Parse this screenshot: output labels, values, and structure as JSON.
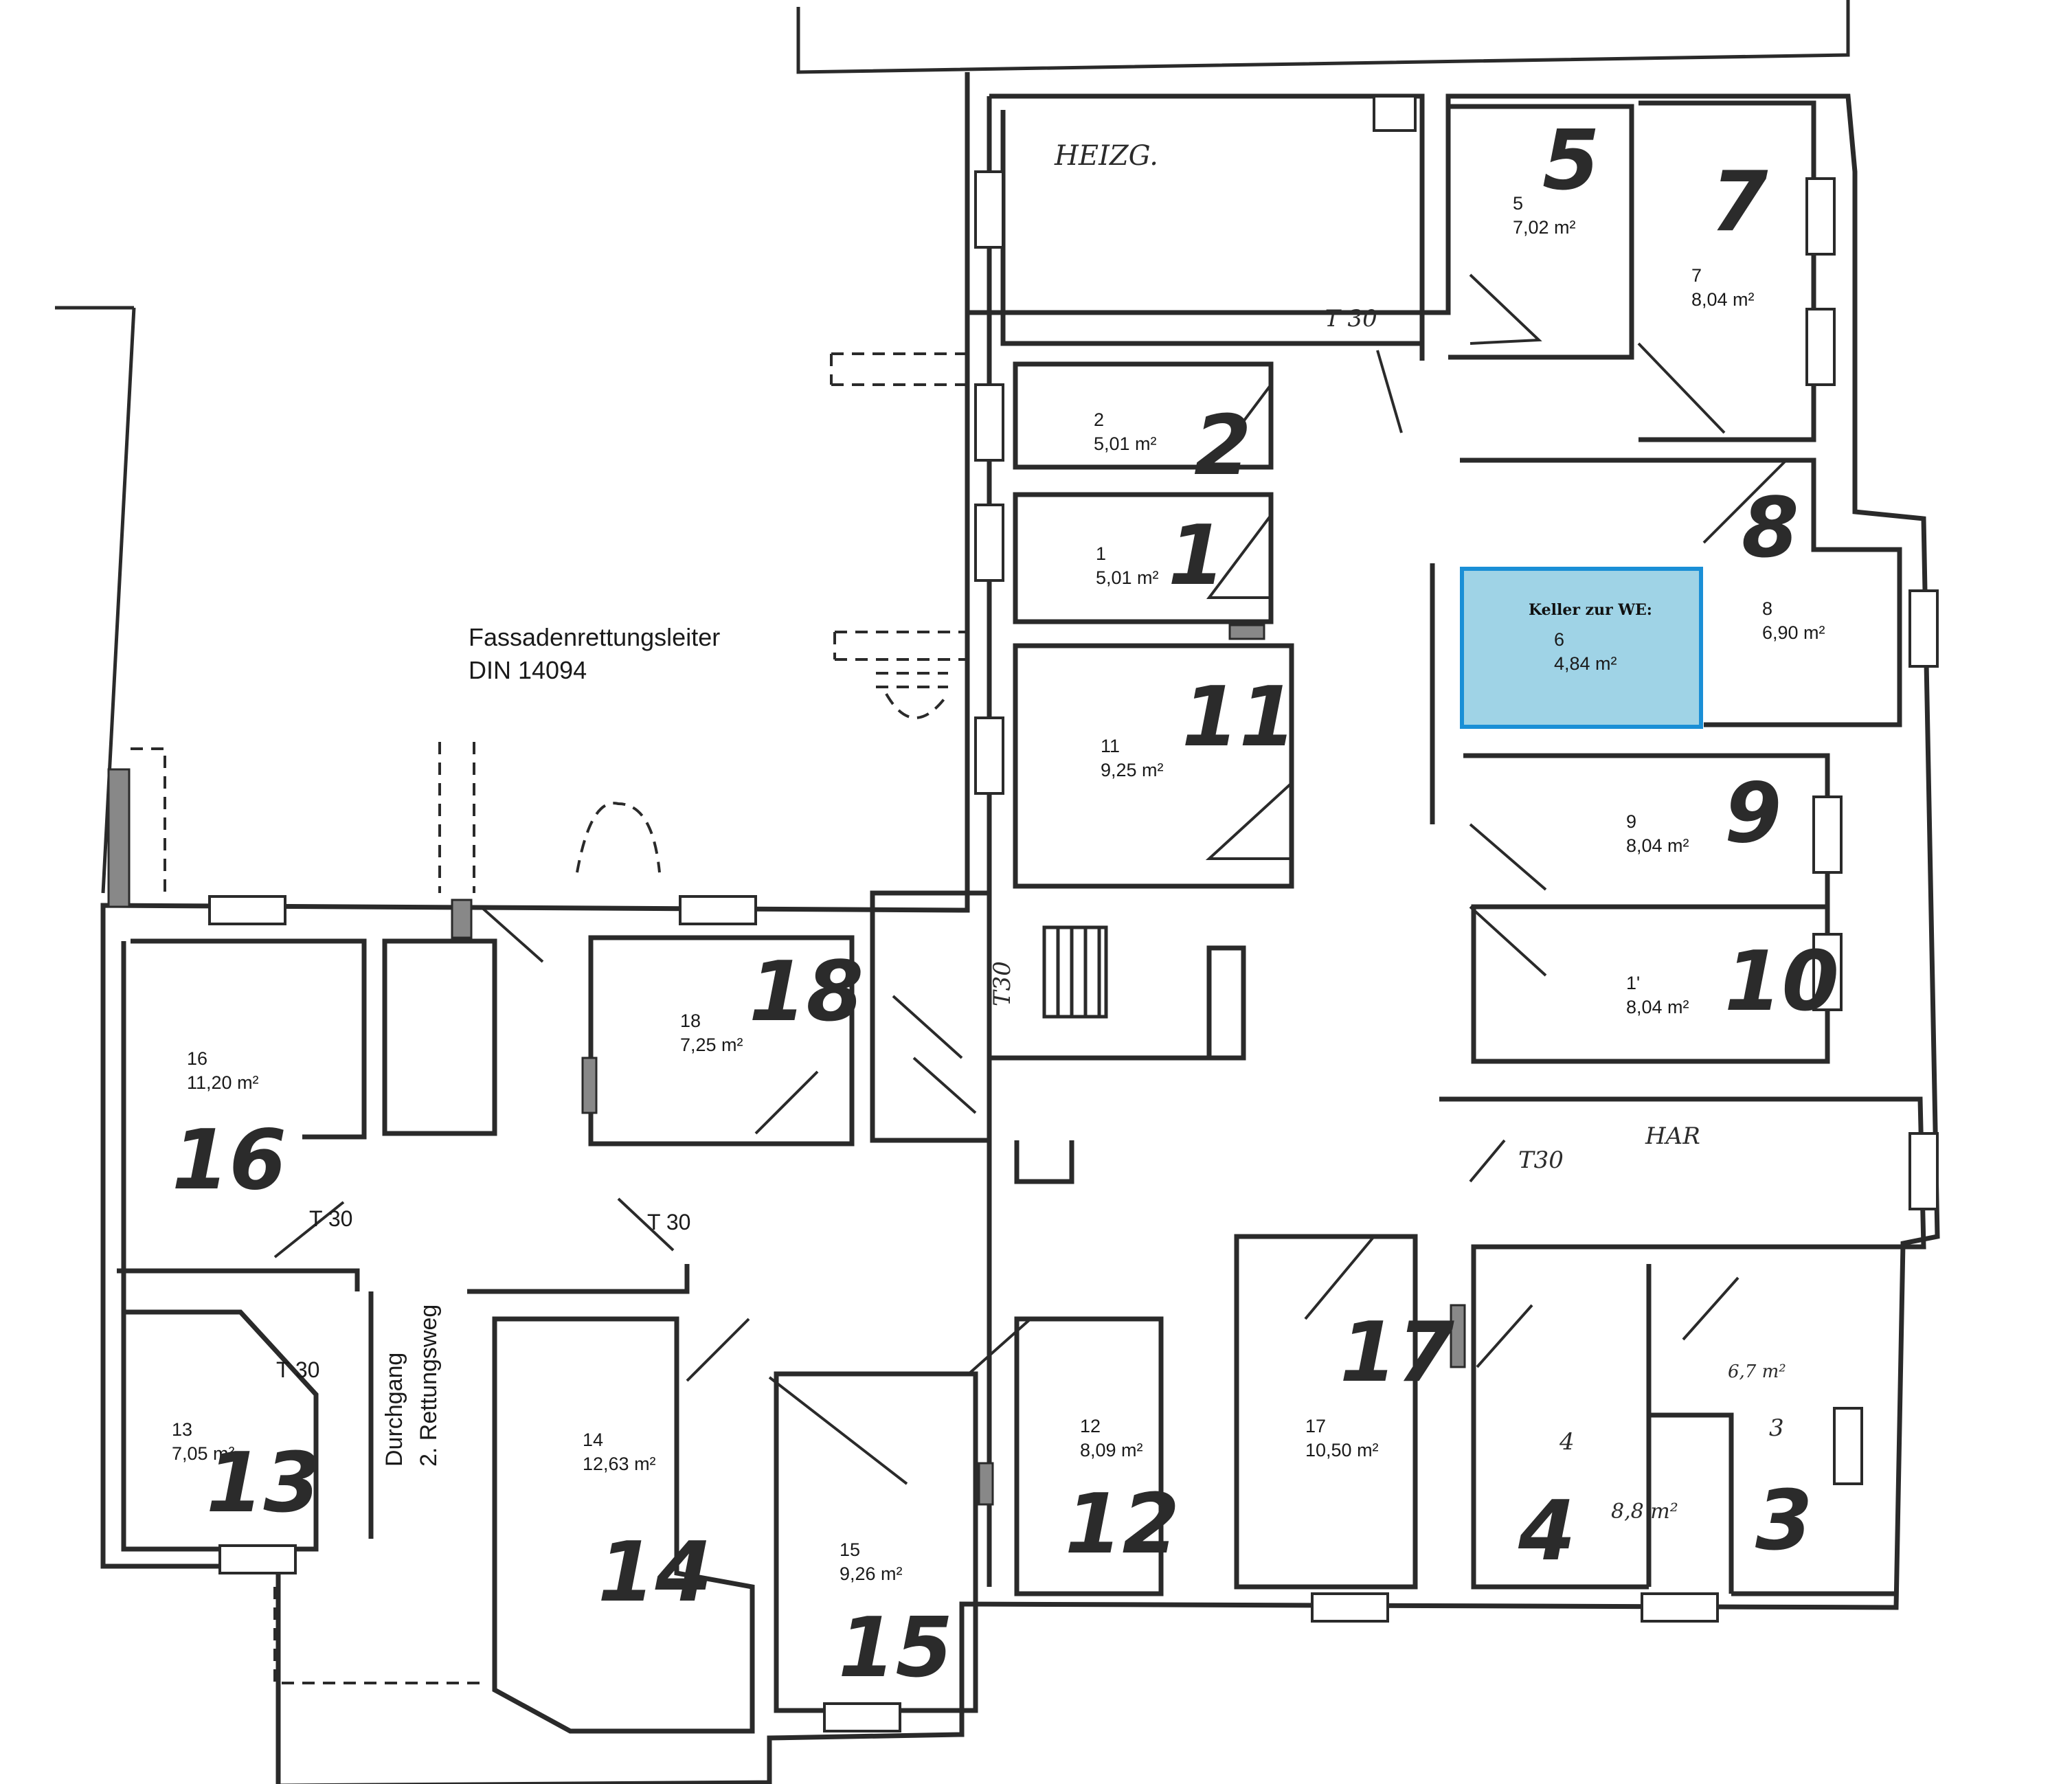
{
  "ladder": {
    "line1": "Fassadenrettungsleiter",
    "line2": "DIN 14094"
  },
  "passage": {
    "line1": "Durchgang",
    "line2": "2. Rettungsweg"
  },
  "annotations": {
    "heizg": "HEIZG.",
    "har": "HAR",
    "t30_a": "T 30",
    "t30_b": "T 30",
    "t30_c": "T 30",
    "t30_hw_1": "T 30",
    "t30_hw_2": "T30",
    "t30_hw_3": "T30",
    "hw_4_small": "4",
    "hw_4_area": "8,8 m²",
    "hw_3_area": "6,7 m²",
    "hw_3_small": "3"
  },
  "highlight": {
    "title": "Keller zur WE:",
    "color": "#9fd3e6",
    "border": "#1a8fd6"
  },
  "rooms": [
    {
      "id": "r5",
      "no": "5",
      "area": "7,02 m²",
      "big": "5"
    },
    {
      "id": "r7",
      "no": "7",
      "area": "8,04 m²",
      "big": "7"
    },
    {
      "id": "r2",
      "no": "2",
      "area": "5,01 m²",
      "big": "2"
    },
    {
      "id": "r1",
      "no": "1",
      "area": "5,01 m²",
      "big": "1"
    },
    {
      "id": "r11",
      "no": "11",
      "area": "9,25 m²",
      "big": "11"
    },
    {
      "id": "r6",
      "no": "6",
      "area": "4,84 m²",
      "big": ""
    },
    {
      "id": "r8",
      "no": "8",
      "area": "6,90 m²",
      "big": "8"
    },
    {
      "id": "r9",
      "no": "9",
      "area": "8,04 m²",
      "big": "9"
    },
    {
      "id": "r10",
      "no": "1'",
      "area": "8,04 m²",
      "big": "10"
    },
    {
      "id": "r18",
      "no": "18",
      "area": "7,25 m²",
      "big": "18"
    },
    {
      "id": "r16",
      "no": "16",
      "area": "11,20 m²",
      "big": "16"
    },
    {
      "id": "r13",
      "no": "13",
      "area": "7,05 m²",
      "big": "13"
    },
    {
      "id": "r14",
      "no": "14",
      "area": "12,63 m²",
      "big": "14"
    },
    {
      "id": "r15",
      "no": "15",
      "area": "9,26 m²",
      "big": "15"
    },
    {
      "id": "r12",
      "no": "12",
      "area": "8,09 m²",
      "big": "12"
    },
    {
      "id": "r17",
      "no": "17",
      "area": "10,50 m²",
      "big": "17"
    },
    {
      "id": "r4",
      "no": "",
      "area": "",
      "big": "4"
    },
    {
      "id": "r3",
      "no": "",
      "area": "",
      "big": "3"
    }
  ]
}
